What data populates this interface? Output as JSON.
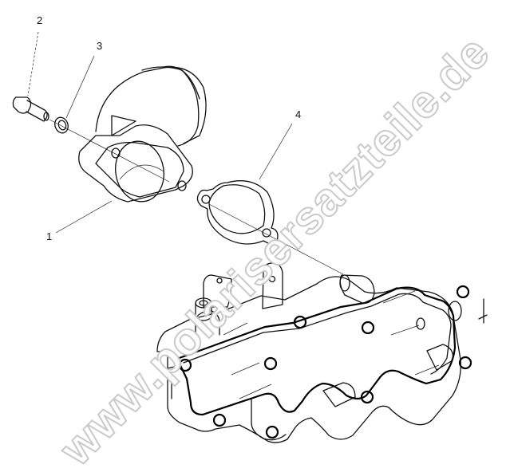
{
  "diagram": {
    "type": "exploded parts diagram",
    "subject": "Thermostat housing / water outlet on cylinder head",
    "callouts": [
      {
        "id": "1",
        "label": "1",
        "part": "thermostat housing (elbow outlet)"
      },
      {
        "id": "2",
        "label": "2",
        "part": "bolt"
      },
      {
        "id": "3",
        "label": "3",
        "part": "washer / o-ring"
      },
      {
        "id": "4",
        "label": "4",
        "part": "gasket"
      }
    ],
    "watermark": "www.polarisersatzteile.de",
    "colors": {
      "line": "#111111",
      "background": "#ffffff",
      "watermark": "#c8c8c8"
    }
  }
}
